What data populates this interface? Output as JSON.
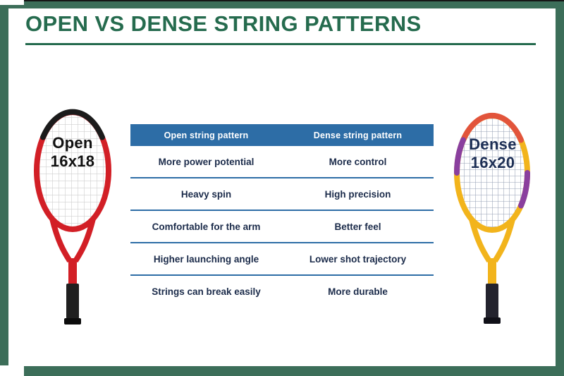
{
  "title": "OPEN VS DENSE STRING PATTERNS",
  "left_racket": {
    "label": "Open",
    "size": "16x18"
  },
  "right_racket": {
    "label": "Dense",
    "size": "16x20"
  },
  "chart_data": {
    "type": "table",
    "title": "OPEN VS DENSE STRING PATTERNS",
    "columns": [
      "Open string pattern",
      "Dense string pattern"
    ],
    "rows": [
      [
        "More power potential",
        "More control"
      ],
      [
        "Heavy spin",
        "High precision"
      ],
      [
        "Comfortable for the arm",
        "Better feel"
      ],
      [
        "Higher launching angle",
        "Lower shot trajectory"
      ],
      [
        "Strings can break easily",
        "More durable"
      ]
    ],
    "legend": "none",
    "grid": "row-separators"
  },
  "colors": {
    "frame_green": "#3c6e59",
    "title_green": "#256b4e",
    "table_header_blue": "#2d6da6",
    "row_text_navy": "#1b2b4a",
    "open_racket_red": "#d21f26",
    "dense_racket_yellow": "#f2b41c"
  }
}
